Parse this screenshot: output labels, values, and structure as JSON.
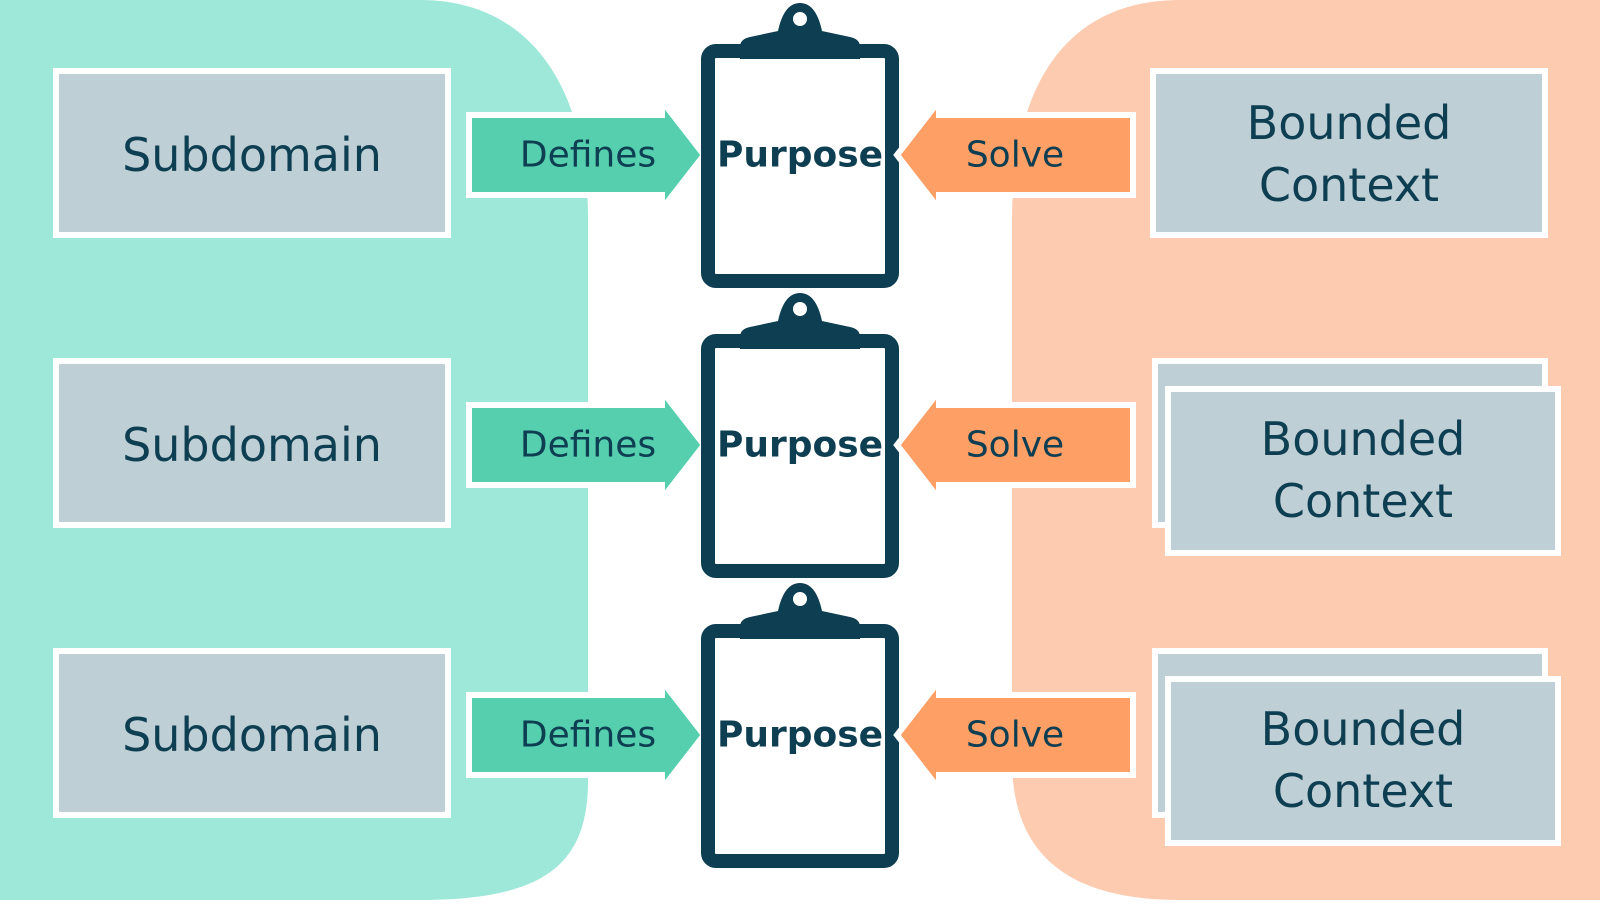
{
  "colors": {
    "teal_bg": "#9de8d8",
    "peach_bg": "#fdccb0",
    "box_fill": "#bfcfd6",
    "box_stroke": "#ffffff",
    "navy": "#0e3e51",
    "teal_arrow": "#55cfae",
    "orange_arrow": "#fe9f66"
  },
  "rows": [
    {
      "subdomain_label": "Subdomain",
      "defines_label": "Defines",
      "purpose_label": "Purpose",
      "solve_label": "Solve",
      "context_line1": "Bounded",
      "context_line2": "Context",
      "context_stacked": false
    },
    {
      "subdomain_label": "Subdomain",
      "defines_label": "Defines",
      "purpose_label": "Purpose",
      "solve_label": "Solve",
      "context_line1": "Bounded",
      "context_line2": "Context",
      "context_stacked": true
    },
    {
      "subdomain_label": "Subdomain",
      "defines_label": "Defines",
      "purpose_label": "Purpose",
      "solve_label": "Solve",
      "context_line1": "Bounded",
      "context_line2": "Context",
      "context_stacked": true
    }
  ]
}
